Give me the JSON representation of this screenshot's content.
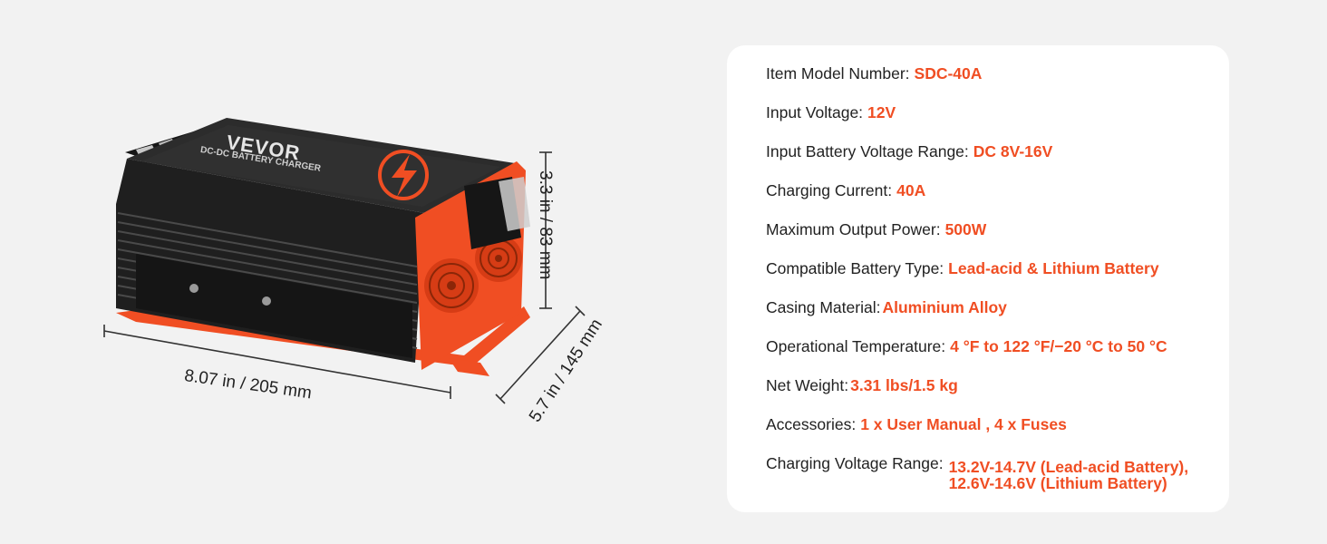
{
  "brand": {
    "logo_text": "VEVOR",
    "device_label": "DC-DC BATTERY CHARGER",
    "accent_color": "#f04e23",
    "casing_color": "#2a2a2a"
  },
  "dimensions": {
    "length": "8.07 in / 205 mm",
    "height": "3.3 in / 83 mm",
    "width": "5.7 in / 145 mm"
  },
  "specs": [
    {
      "label": "Item Model Number:",
      "value": "SDC-40A"
    },
    {
      "label": "Input Voltage:",
      "value": "12V"
    },
    {
      "label": "Input Battery Voltage Range:",
      "value": "DC 8V-16V"
    },
    {
      "label": "Charging Current:",
      "value": "40A"
    },
    {
      "label": "Maximum Output Power:",
      "value": "500W"
    },
    {
      "label": "Compatible Battery Type:",
      "value": "Lead-acid & Lithium Battery"
    },
    {
      "label": "Casing Material:",
      "value": "Aluminium Alloy"
    },
    {
      "label": "Operational Temperature:",
      "value": "4 °F to 122 °F/−20 °C to 50 °C"
    },
    {
      "label": "Net Weight:",
      "value": "3.31 lbs/1.5 kg"
    },
    {
      "label": "Accessories:",
      "value": "1 x User Manual , 4 x Fuses"
    }
  ],
  "charging_range": {
    "label": "Charging Voltage Range:",
    "line1": "13.2V-14.7V (Lead-acid Battery),",
    "line2": "12.6V-14.6V (Lithium Battery)"
  }
}
